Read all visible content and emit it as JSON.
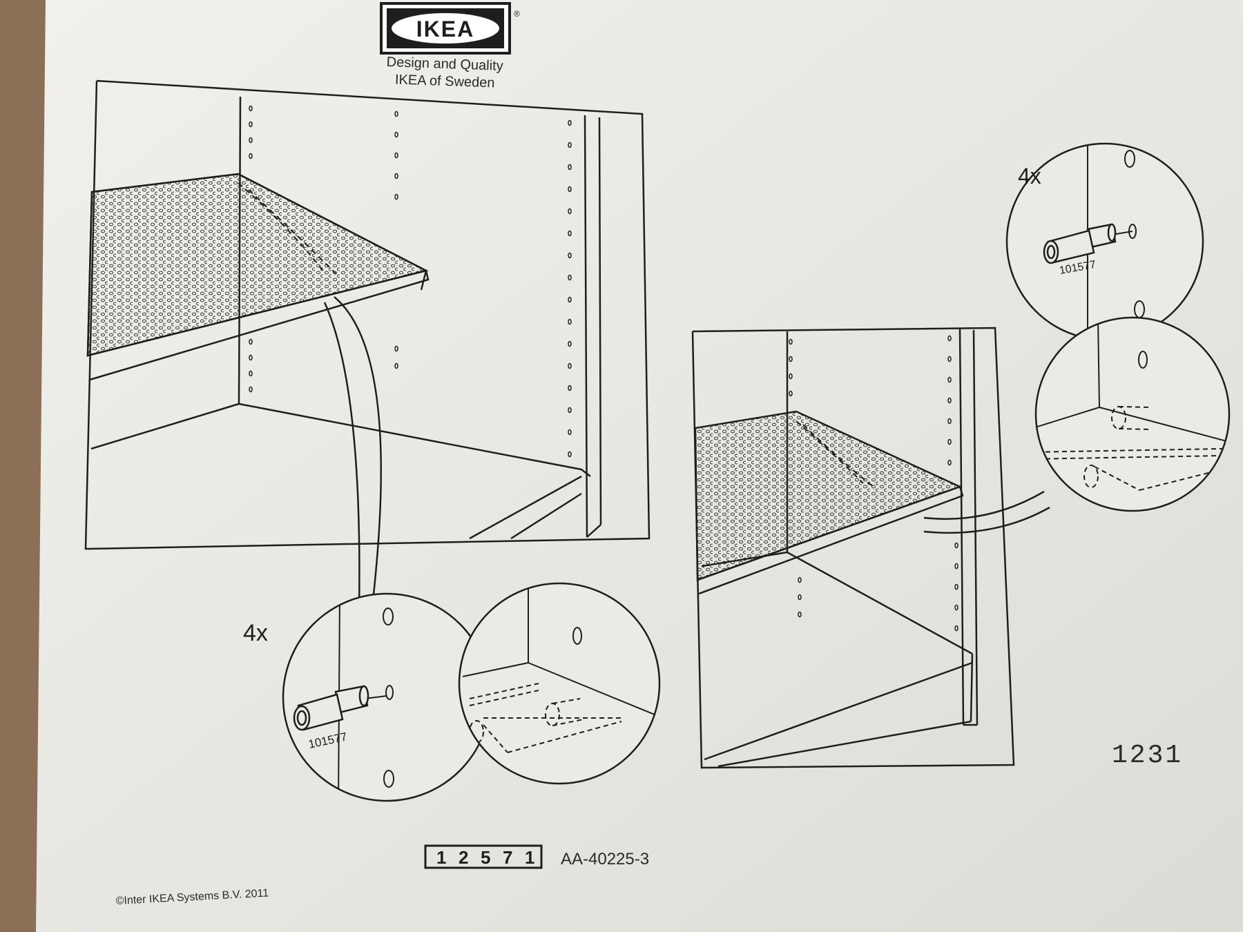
{
  "brand": {
    "logo_text": "IKEA",
    "registered_mark": "®",
    "tagline_line1": "Design and Quality",
    "tagline_line2": "IKEA of Sweden"
  },
  "left_step": {
    "quantity": "4x",
    "part_number": "101577"
  },
  "right_step": {
    "quantity": "4x",
    "part_number": "101577"
  },
  "footer": {
    "box_digits": [
      "1",
      "2",
      "5",
      "7",
      "1"
    ],
    "document_code": "AA-40225-3",
    "copyright": "©Inter IKEA Systems B.V. 2011",
    "stamp_number": "1231"
  },
  "colors": {
    "paper": "#e9e8e3",
    "ink": "#1e1e1e",
    "background": "#8c6f57"
  },
  "icons": [
    "ikea-logo-icon",
    "shelf-pin-icon",
    "shelf-illustration-icon",
    "magnifier-callout-icon"
  ]
}
